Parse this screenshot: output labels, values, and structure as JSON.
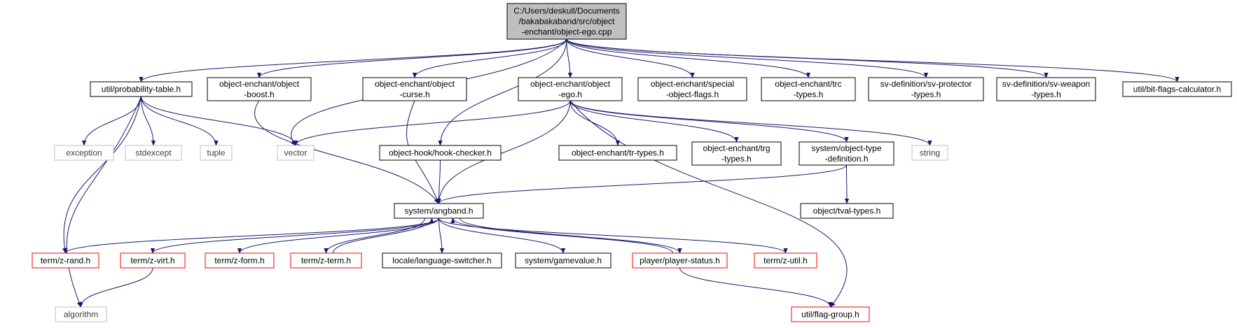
{
  "graph": {
    "colors": {
      "edge": "#191970",
      "node_border": "#000000",
      "root_fill": "#bfbfbf",
      "truncated_border": "#ff0000",
      "system_border": "#bfbfbf",
      "system_text": "#404040"
    },
    "nodes": [
      {
        "id": "root",
        "kind": "root",
        "lines": [
          "C:/Users/deskull/Documents",
          "/bakabakaband/src/object",
          "-enchant/object-ego.cpp"
        ]
      },
      {
        "id": "prob",
        "kind": "normal",
        "lines": [
          "util/probability-table.h"
        ]
      },
      {
        "id": "boost",
        "kind": "normal",
        "lines": [
          "object-enchant/object",
          "-boost.h"
        ]
      },
      {
        "id": "curse",
        "kind": "normal",
        "lines": [
          "object-enchant/object",
          "-curse.h"
        ]
      },
      {
        "id": "ego",
        "kind": "normal",
        "lines": [
          "object-enchant/object",
          "-ego.h"
        ]
      },
      {
        "id": "special",
        "kind": "normal",
        "lines": [
          "object-enchant/special",
          "-object-flags.h"
        ]
      },
      {
        "id": "trc",
        "kind": "normal",
        "lines": [
          "object-enchant/trc",
          "-types.h"
        ]
      },
      {
        "id": "protector",
        "kind": "normal",
        "lines": [
          "sv-definition/sv-protector",
          "-types.h"
        ]
      },
      {
        "id": "weapon",
        "kind": "normal",
        "lines": [
          "sv-definition/sv-weapon",
          "-types.h"
        ]
      },
      {
        "id": "bitflags",
        "kind": "normal",
        "lines": [
          "util/bit-flags-calculator.h"
        ]
      },
      {
        "id": "exception",
        "kind": "system",
        "lines": [
          "exception"
        ]
      },
      {
        "id": "stdexcept",
        "kind": "system",
        "lines": [
          "stdexcept"
        ]
      },
      {
        "id": "tuple",
        "kind": "system",
        "lines": [
          "tuple"
        ]
      },
      {
        "id": "vector",
        "kind": "system",
        "lines": [
          "vector"
        ]
      },
      {
        "id": "hook",
        "kind": "normal",
        "lines": [
          "object-hook/hook-checker.h"
        ]
      },
      {
        "id": "trtypes",
        "kind": "normal",
        "lines": [
          "object-enchant/tr-types.h"
        ]
      },
      {
        "id": "trg",
        "kind": "normal",
        "lines": [
          "object-enchant/trg",
          "-types.h"
        ]
      },
      {
        "id": "objtype",
        "kind": "normal",
        "lines": [
          "system/object-type",
          "-definition.h"
        ]
      },
      {
        "id": "string",
        "kind": "system",
        "lines": [
          "string"
        ]
      },
      {
        "id": "angband",
        "kind": "normal",
        "lines": [
          "system/angband.h"
        ]
      },
      {
        "id": "tval",
        "kind": "normal",
        "lines": [
          "object/tval-types.h"
        ]
      },
      {
        "id": "zrand",
        "kind": "truncated",
        "lines": [
          "term/z-rand.h"
        ]
      },
      {
        "id": "zvirt",
        "kind": "truncated",
        "lines": [
          "term/z-virt.h"
        ]
      },
      {
        "id": "zform",
        "kind": "truncated",
        "lines": [
          "term/z-form.h"
        ]
      },
      {
        "id": "zterm",
        "kind": "truncated",
        "lines": [
          "term/z-term.h"
        ]
      },
      {
        "id": "locale",
        "kind": "normal",
        "lines": [
          "locale/language-switcher.h"
        ]
      },
      {
        "id": "gamevalue",
        "kind": "normal",
        "lines": [
          "system/gamevalue.h"
        ]
      },
      {
        "id": "pstatus",
        "kind": "truncated",
        "lines": [
          "player/player-status.h"
        ]
      },
      {
        "id": "zutil",
        "kind": "truncated",
        "lines": [
          "term/z-util.h"
        ]
      },
      {
        "id": "algorithm",
        "kind": "system",
        "lines": [
          "algorithm"
        ]
      },
      {
        "id": "flaggroup",
        "kind": "truncated",
        "lines": [
          "util/flag-group.h"
        ]
      }
    ],
    "edges": [
      {
        "from": "root",
        "to": "prob"
      },
      {
        "from": "root",
        "to": "vector"
      },
      {
        "from": "root",
        "to": "boost"
      },
      {
        "from": "root",
        "to": "curse"
      },
      {
        "from": "root",
        "to": "hook"
      },
      {
        "from": "root",
        "to": "ego"
      },
      {
        "from": "root",
        "to": "special"
      },
      {
        "from": "root",
        "to": "trc"
      },
      {
        "from": "root",
        "to": "protector"
      },
      {
        "from": "root",
        "to": "weapon"
      },
      {
        "from": "root",
        "to": "bitflags"
      },
      {
        "from": "prob",
        "to": "exception"
      },
      {
        "from": "prob",
        "to": "stdexcept"
      },
      {
        "from": "prob",
        "to": "tuple"
      },
      {
        "from": "prob",
        "to": "vector"
      },
      {
        "from": "prob",
        "to": "zrand"
      },
      {
        "from": "prob",
        "to": "algorithm"
      },
      {
        "from": "boost",
        "to": "angband"
      },
      {
        "from": "curse",
        "to": "angband"
      },
      {
        "from": "ego",
        "to": "vector"
      },
      {
        "from": "ego",
        "to": "angband"
      },
      {
        "from": "ego",
        "to": "trtypes"
      },
      {
        "from": "ego",
        "to": "trg"
      },
      {
        "from": "ego",
        "to": "objtype"
      },
      {
        "from": "ego",
        "to": "string"
      },
      {
        "from": "ego",
        "to": "flaggroup"
      },
      {
        "from": "hook",
        "to": "angband"
      },
      {
        "from": "objtype",
        "to": "angband"
      },
      {
        "from": "objtype",
        "to": "tval"
      },
      {
        "from": "angband",
        "to": "zrand"
      },
      {
        "from": "angband",
        "to": "zvirt"
      },
      {
        "from": "angband",
        "to": "zform"
      },
      {
        "from": "angband",
        "to": "zterm"
      },
      {
        "from": "angband",
        "to": "locale"
      },
      {
        "from": "angband",
        "to": "gamevalue"
      },
      {
        "from": "angband",
        "to": "pstatus"
      },
      {
        "from": "angband",
        "to": "zutil"
      },
      {
        "from": "zterm",
        "to": "angband"
      },
      {
        "from": "pstatus",
        "to": "angband"
      },
      {
        "from": "zvirt",
        "to": "algorithm"
      },
      {
        "from": "pstatus",
        "to": "flaggroup"
      }
    ]
  }
}
